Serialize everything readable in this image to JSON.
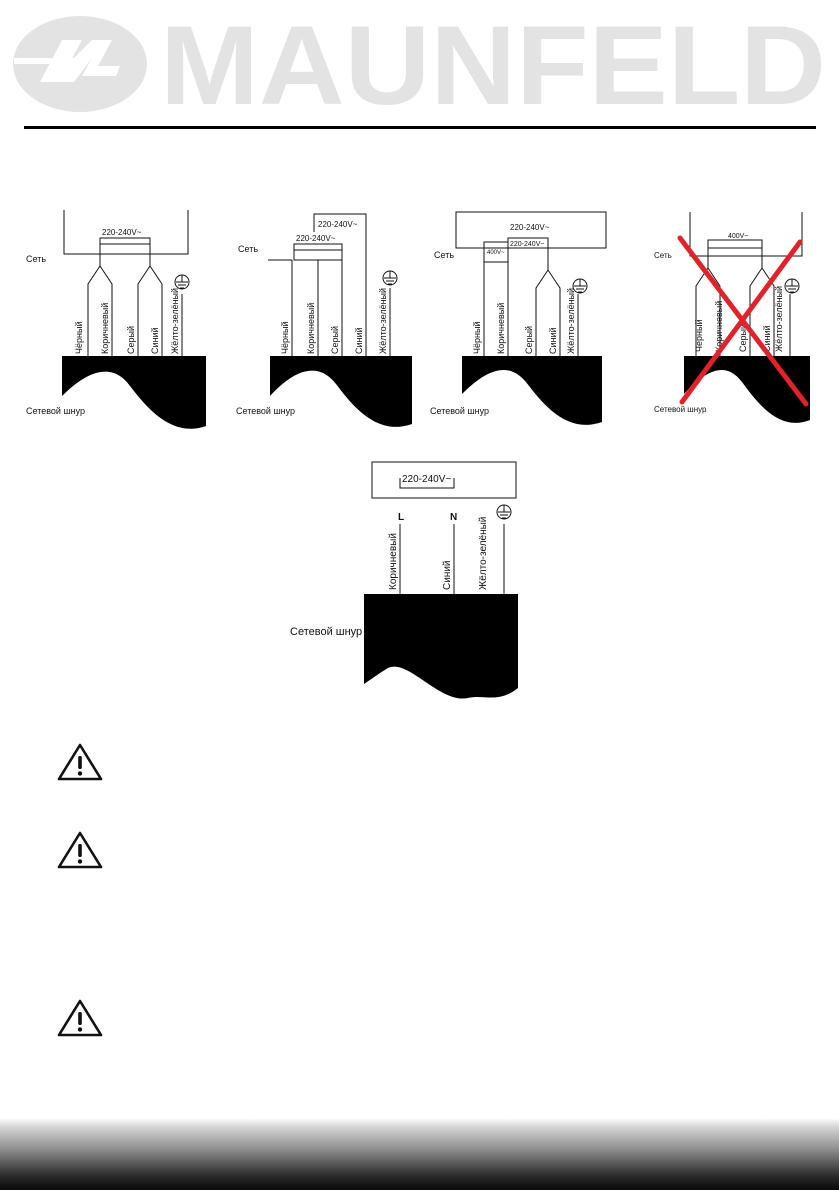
{
  "header": {
    "brand": "MAUNFELD",
    "brand_color": "#e3e3e3"
  },
  "diagrams": {
    "d1": {
      "supply": "Сеть",
      "voltage": "220-240V~",
      "wires": [
        "Чёрный",
        "Коричневый",
        "Серый",
        "Синий",
        "Жёлто-зелёный"
      ],
      "cord": "Сетевой шнур"
    },
    "d2": {
      "supply": "Сеть",
      "voltage_top": "220-240V~",
      "voltage_inner": "220-240V~",
      "wires": [
        "Чёрный",
        "Коричневый",
        "Серый",
        "Синий",
        "Жёлто-зелёный"
      ],
      "cord": "Сетевой шнур"
    },
    "d3": {
      "supply": "Сеть",
      "voltage_top": "220-240V~",
      "voltage_left": "400V~",
      "voltage_inner": "220-240V~",
      "wires": [
        "Чёрный",
        "Коричневый",
        "Серый",
        "Синий",
        "Жёлто-зелёный"
      ],
      "cord": "Сетевой шнур"
    },
    "d4": {
      "supply": "Сеть",
      "voltage": "400V~",
      "wires": [
        "Чёрный",
        "Коричневый",
        "Серый",
        "Синий",
        "Жёлто-зелёный"
      ],
      "cord": "Сетевой шнур",
      "cross_color": "#e0232b"
    },
    "d5": {
      "voltage": "220-240V~",
      "terminal_l": "L",
      "terminal_n": "N",
      "wires": [
        "Коричневый",
        "Синий",
        "Жёлто-зелёный"
      ],
      "cord": "Сетевой шнур"
    }
  },
  "warnings": {
    "icon": "warning-triangle-icon"
  }
}
